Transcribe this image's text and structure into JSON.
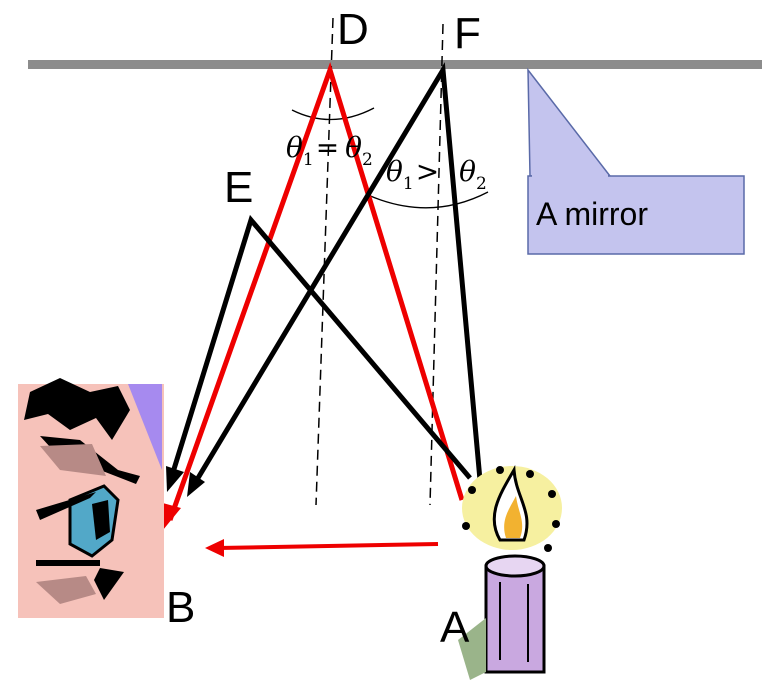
{
  "labels": {
    "D": "D",
    "F": "F",
    "E": "E",
    "A": "A",
    "B": "B"
  },
  "callout": {
    "text": "A mirror"
  },
  "angles": {
    "left": {
      "theta1": "θ",
      "sub1": "1",
      "relation": "=",
      "theta2": "θ",
      "sub2": "2"
    },
    "right": {
      "theta1": "θ",
      "sub1": "1",
      "relation": ">",
      "theta2": "θ",
      "sub2": "2"
    }
  },
  "colors": {
    "mirror": "#8c8c8c",
    "correct_ray": "#ee0000",
    "wrong_ray": "#000000",
    "callout_fill": "#c4c4ee",
    "callout_stroke": "#5a6aa8",
    "face_skin": "#f6c2ba",
    "candle_body": "#c9a8e0",
    "flame_glow": "#f6f0a0"
  },
  "icons": [
    "eye-observer-icon",
    "candle-icon"
  ]
}
